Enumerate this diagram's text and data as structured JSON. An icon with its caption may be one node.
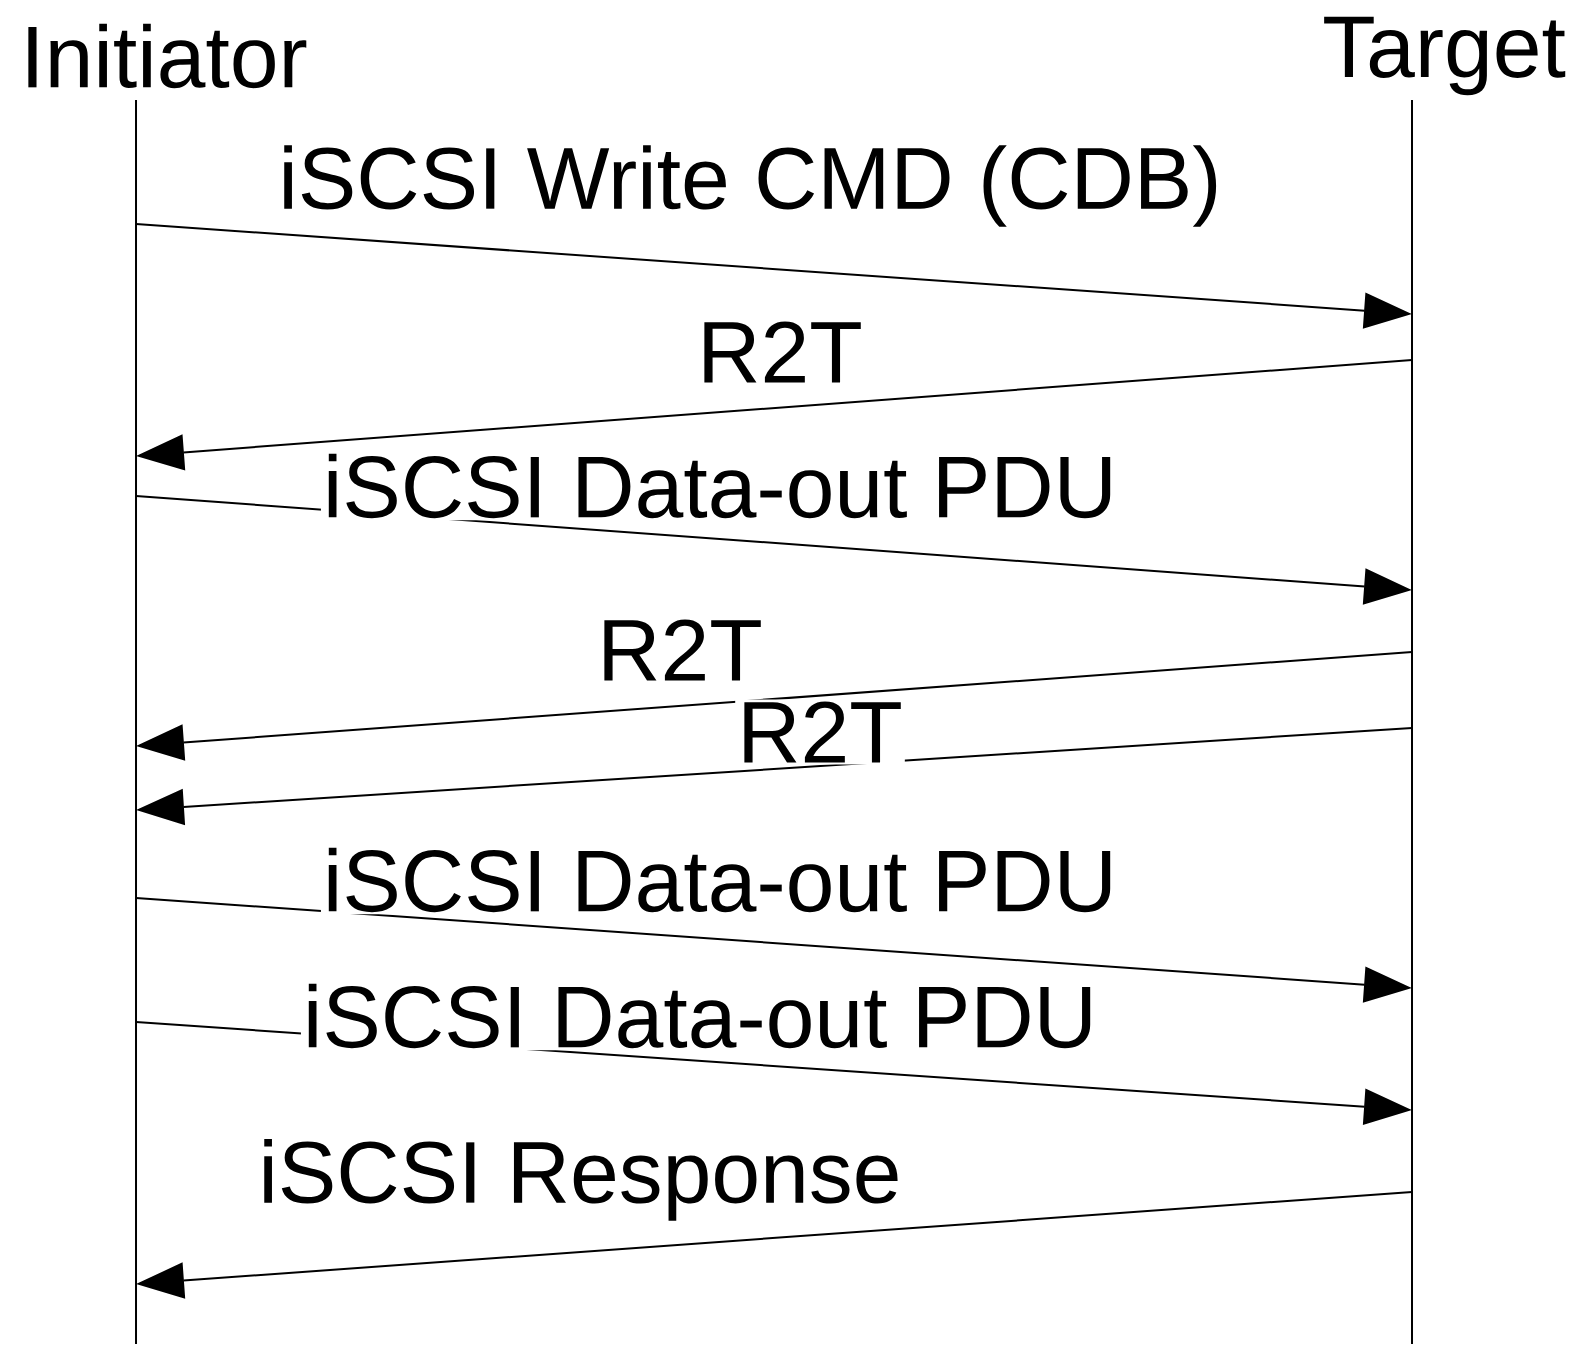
{
  "diagram": {
    "nodes": [
      {
        "text": [
          "Initiator"
        ]
      },
      {
        "text": [
          "Target"
        ]
      }
    ],
    "edges": [
      {
        "from": 0,
        "to": 1,
        "arrow": "to",
        "label": "iSCSI Write CMD (CDB)"
      },
      {
        "from": 1,
        "to": 0,
        "arrow": "to",
        "label": "R2T"
      },
      {
        "from": 0,
        "to": 1,
        "arrow": "to",
        "label": "iSCSI Data-out PDU"
      },
      {
        "from": 1,
        "to": 0,
        "arrow": "to",
        "label": "R2T"
      },
      {
        "from": 1,
        "to": 0,
        "arrow": "to",
        "label": "R2T"
      },
      {
        "from": 0,
        "to": 1,
        "arrow": "to",
        "label": "iSCSI Data-out PDU"
      },
      {
        "from": 0,
        "to": 1,
        "arrow": "to",
        "label": "iSCSI Data-out PDU"
      },
      {
        "from": 1,
        "to": 0,
        "arrow": "to",
        "label": "iSCSI Response"
      }
    ]
  }
}
